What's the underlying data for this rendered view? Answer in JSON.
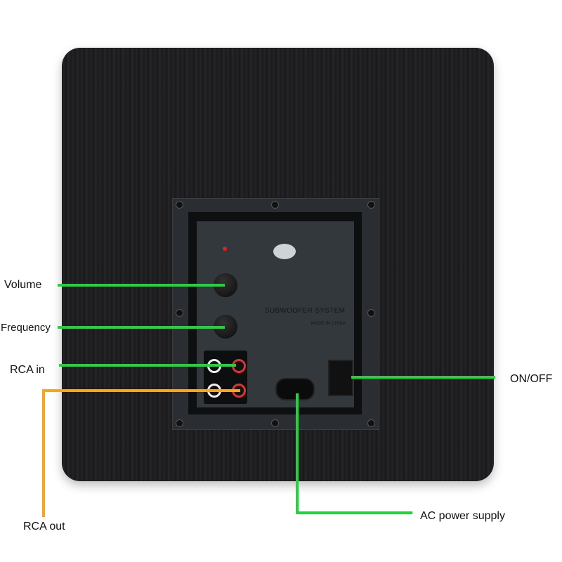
{
  "labels": {
    "volume": "Volume",
    "frequency": "Frequency",
    "rca_in": "RCA in",
    "rca_out": "RCA out",
    "on_off": "ON/OFF",
    "ac_power": "AC power supply"
  },
  "panel": {
    "brand_text": "SUBWOOFER SYSTEM",
    "origin_text": "MADE IN CHINA"
  },
  "colors": {
    "callout_green": "#1ed53a",
    "callout_orange": "#f5a623",
    "cabinet": "#1e1e20"
  }
}
